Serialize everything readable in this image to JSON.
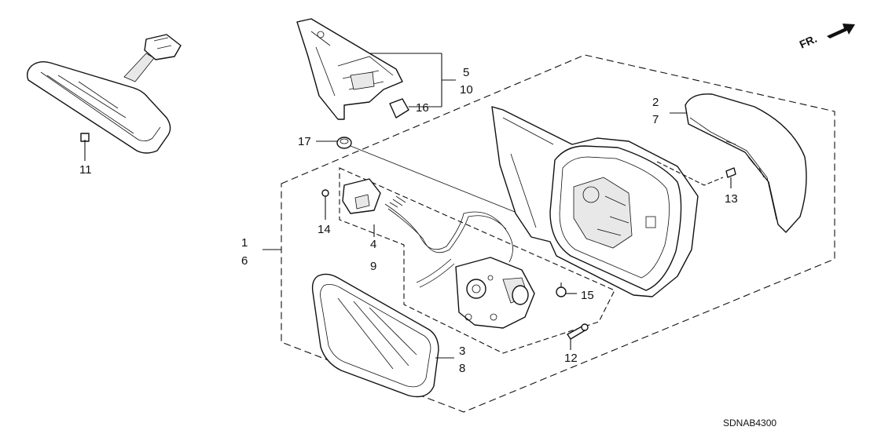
{
  "orientation": {
    "label": "FR.",
    "icon": "arrow-forward-icon"
  },
  "diagram_code": "SDNAB4300",
  "callouts": [
    {
      "id": "c1",
      "text": "1"
    },
    {
      "id": "c2",
      "text": "2"
    },
    {
      "id": "c3",
      "text": "3"
    },
    {
      "id": "c4",
      "text": "4"
    },
    {
      "id": "c5",
      "text": "5"
    },
    {
      "id": "c6",
      "text": "6"
    },
    {
      "id": "c7",
      "text": "7"
    },
    {
      "id": "c8",
      "text": "8"
    },
    {
      "id": "c9",
      "text": "9"
    },
    {
      "id": "c10",
      "text": "10"
    },
    {
      "id": "c11",
      "text": "11"
    },
    {
      "id": "c12",
      "text": "12"
    },
    {
      "id": "c13",
      "text": "13"
    },
    {
      "id": "c14",
      "text": "14"
    },
    {
      "id": "c15",
      "text": "15"
    },
    {
      "id": "c16",
      "text": "16"
    },
    {
      "id": "c17",
      "text": "17"
    }
  ]
}
